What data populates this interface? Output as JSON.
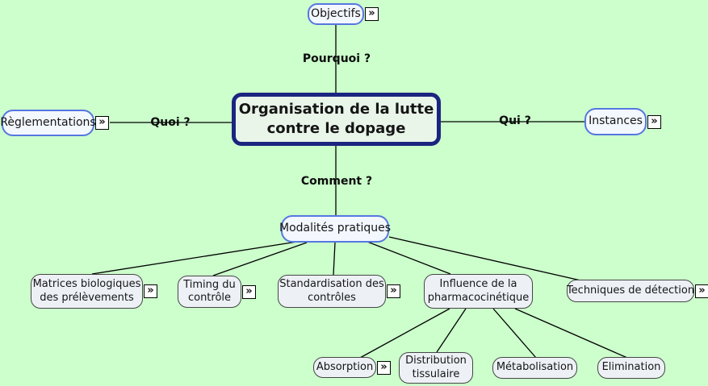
{
  "title": "Organisation de la lutte contre le dopage",
  "link_icon_glyph": "»",
  "colors": {
    "background": "#ccffcc",
    "line": "#000000",
    "level1_border": "#5577e0",
    "level1_fill": "#f3f7fe",
    "central_border": "#1b2580",
    "central_fill": "#e9f5e9",
    "child_border": "#454545",
    "child_fill": "#edf1f6"
  },
  "edge_labels": {
    "pourquoi": "Pourquoi ?",
    "quoi": "Quoi ?",
    "qui": "Qui ?",
    "comment": "Comment ?"
  },
  "nodes": {
    "central": {
      "lines": [
        "Organisation de la lutte",
        "contre le dopage"
      ],
      "has_link_icon": false
    },
    "objectifs": {
      "lines": [
        "Objectifs"
      ],
      "has_link_icon": true
    },
    "reglementations": {
      "lines": [
        "Règlementations"
      ],
      "has_link_icon": true
    },
    "instances": {
      "lines": [
        "Instances"
      ],
      "has_link_icon": true
    },
    "modalites": {
      "lines": [
        "Modalités pratiques"
      ],
      "has_link_icon": false
    },
    "matrices": {
      "lines": [
        "Matrices biologiques",
        "des prélèvements"
      ],
      "has_link_icon": true
    },
    "timing": {
      "lines": [
        "Timing du",
        "contrôle"
      ],
      "has_link_icon": true
    },
    "standardisation": {
      "lines": [
        "Standardisation des",
        "contrôles"
      ],
      "has_link_icon": true
    },
    "influence": {
      "lines": [
        "Influence de la",
        "pharmacocinétique"
      ],
      "has_link_icon": false
    },
    "techniques": {
      "lines": [
        "Techniques de détection"
      ],
      "has_link_icon": true
    },
    "absorption": {
      "lines": [
        "Absorption"
      ],
      "has_link_icon": true
    },
    "distribution": {
      "lines": [
        "Distribution",
        "tissulaire"
      ],
      "has_link_icon": false
    },
    "metabolisation": {
      "lines": [
        "Métabolisation"
      ],
      "has_link_icon": false
    },
    "elimination": {
      "lines": [
        "Elimination"
      ],
      "has_link_icon": false
    }
  }
}
